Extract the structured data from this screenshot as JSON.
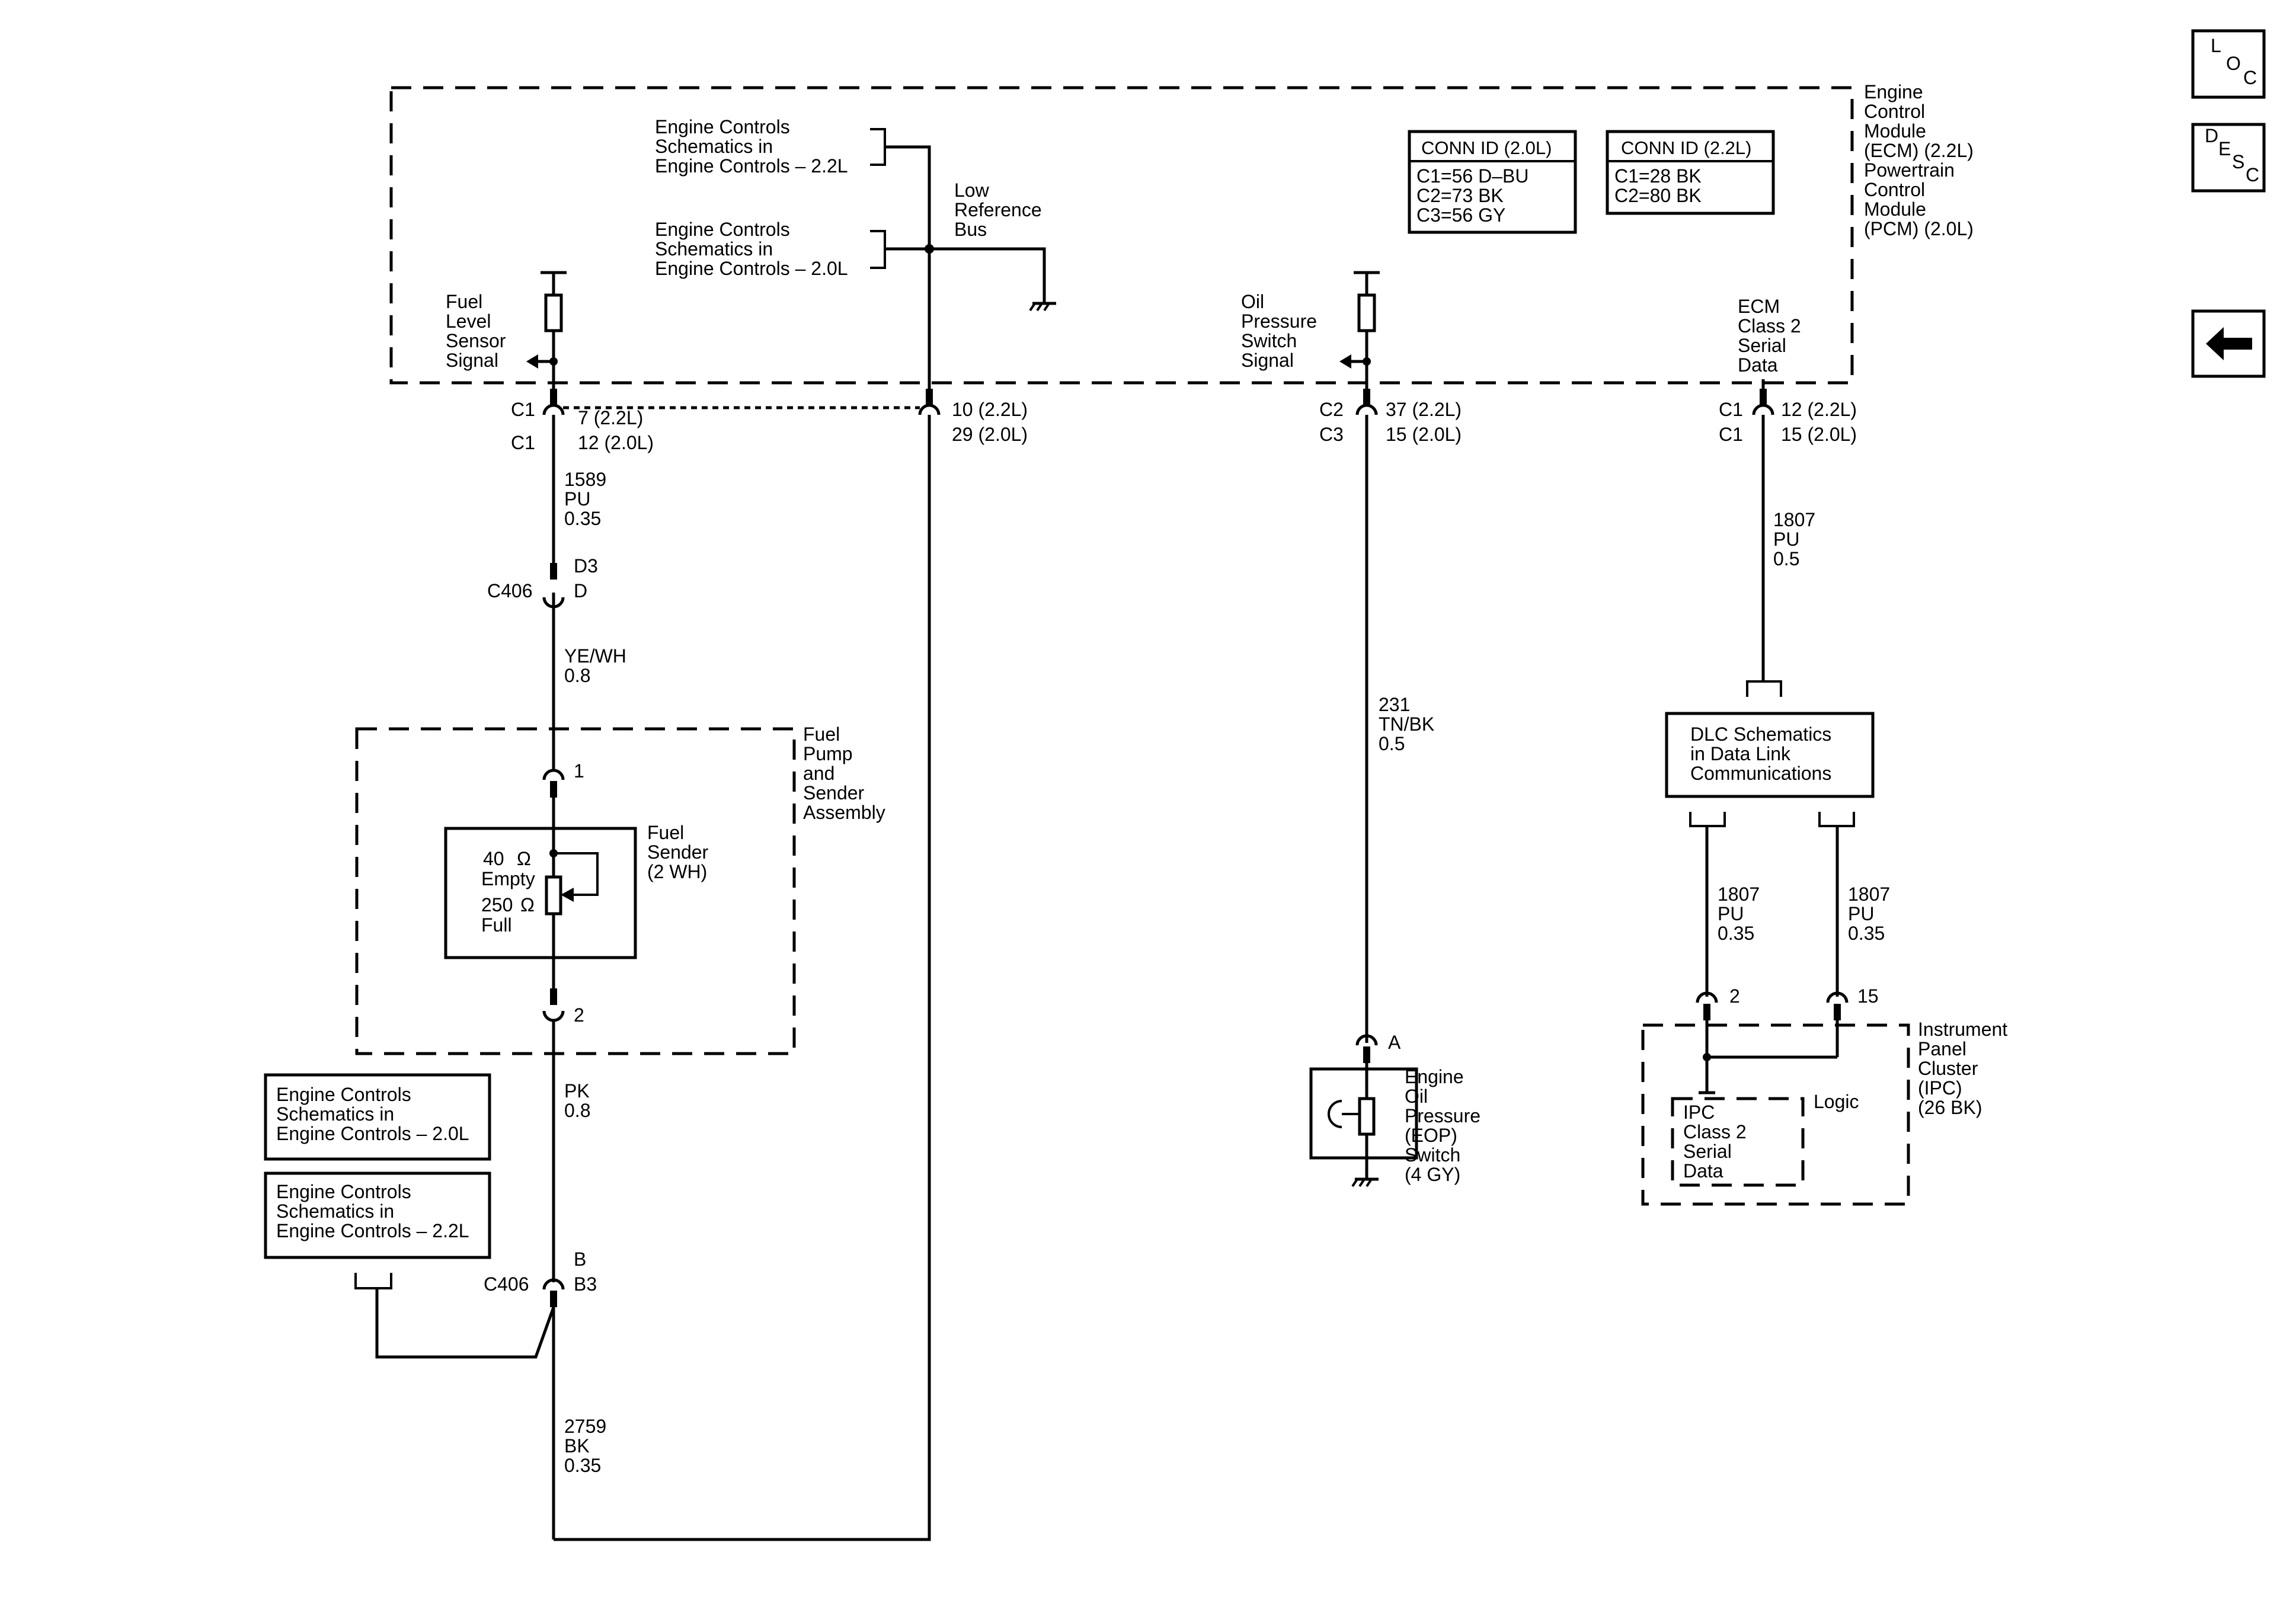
{
  "nav": {
    "loc_icon": "loc-icon",
    "desc_icon": "desc-icon",
    "back_icon": "back-arrow-icon",
    "loc_letters": [
      "L",
      "O",
      "C"
    ],
    "desc_letters": [
      "D",
      "E",
      "S",
      "C"
    ]
  },
  "ecm": {
    "label": [
      "Engine",
      "Control",
      "Module",
      "(ECM) (2.2L)",
      "Powertrain",
      "Control",
      "Module",
      "(PCM) (2.0L)"
    ],
    "conn_id_20": {
      "title": "CONN ID (2.0L)",
      "lines": [
        "C1=56 D–BU",
        "C2=73 BK",
        "C3=56 GY"
      ]
    },
    "conn_id_22": {
      "title": "CONN ID (2.2L)",
      "lines": [
        "C1=28 BK",
        "C2=80 BK"
      ]
    },
    "ref_22": [
      "Engine Controls",
      "Schematics in",
      "Engine Controls – 2.2L"
    ],
    "ref_20": [
      "Engine Controls",
      "Schematics in",
      "Engine Controls – 2.0L"
    ],
    "low_ref_bus": [
      "Low",
      "Reference",
      "Bus"
    ],
    "fuel_signal": [
      "Fuel",
      "Level",
      "Sensor",
      "Signal"
    ],
    "oil_signal": [
      "Oil",
      "Pressure",
      "Switch",
      "Signal"
    ],
    "class2": [
      "ECM",
      "Class 2",
      "Serial",
      "Data"
    ]
  },
  "pins": {
    "fuel": {
      "conn_a": "C1",
      "pin_a": "7 (2.2L)",
      "conn_b": "C1",
      "pin_b": "12 (2.0L)"
    },
    "lowref": {
      "pin_a": "10 (2.2L)",
      "pin_b": "29 (2.0L)"
    },
    "oil": {
      "conn_a": "C2",
      "pin_a": "37 (2.2L)",
      "conn_b": "C3",
      "pin_b": "15 (2.0L)"
    },
    "serial": {
      "conn_a": "C1",
      "pin_a": "12 (2.2L)",
      "conn_b": "C1",
      "pin_b": "15 (2.0L)"
    }
  },
  "wires": {
    "w1589": [
      "1589",
      "PU",
      "0.35"
    ],
    "wyewh": [
      "YE/WH",
      "0.8"
    ],
    "wpk": [
      "PK",
      "0.8"
    ],
    "w2759": [
      "2759",
      "BK",
      "0.35"
    ],
    "w231": [
      "231",
      "TN/BK",
      "0.5"
    ],
    "w1807a": [
      "1807",
      "PU",
      "0.5"
    ],
    "w1807b": [
      "1807",
      "PU",
      "0.35"
    ],
    "w1807c": [
      "1807",
      "PU",
      "0.35"
    ]
  },
  "c406_top": {
    "name": "C406",
    "pin_a": "D3",
    "pin_b": "D"
  },
  "c406_bottom": {
    "name": "C406",
    "pin_a": "B",
    "pin_b": "B3"
  },
  "fuel_pump": {
    "label": [
      "Fuel",
      "Pump",
      "and",
      "Sender",
      "Assembly"
    ],
    "pin_1": "1",
    "pin_2": "2",
    "sender_label": [
      "Fuel",
      "Sender",
      "(2 WH)"
    ],
    "empty_ohm": "40",
    "empty_label": "Empty",
    "full_ohm": "250",
    "full_label": "Full",
    "ohm_symbol": "Ω"
  },
  "ref_left_20": [
    "Engine Controls",
    "Schematics in",
    "Engine Controls – 2.0L"
  ],
  "ref_left_22": [
    "Engine Controls",
    "Schematics in",
    "Engine Controls – 2.2L"
  ],
  "eop": {
    "pin": "A",
    "label": [
      "Engine",
      "Oil",
      "Pressure",
      "(EOP)",
      "Switch",
      "(4 GY)"
    ]
  },
  "dlc": {
    "label": [
      "DLC Schematics",
      "in Data Link",
      "Communications"
    ]
  },
  "ipc": {
    "pin_2": "2",
    "pin_15": "15",
    "label": [
      "Instrument",
      "Panel",
      "Cluster",
      "(IPC)",
      "(26 BK)"
    ],
    "inner": [
      "IPC",
      "Class 2",
      "Serial",
      "Data"
    ],
    "logic": "Logic"
  }
}
